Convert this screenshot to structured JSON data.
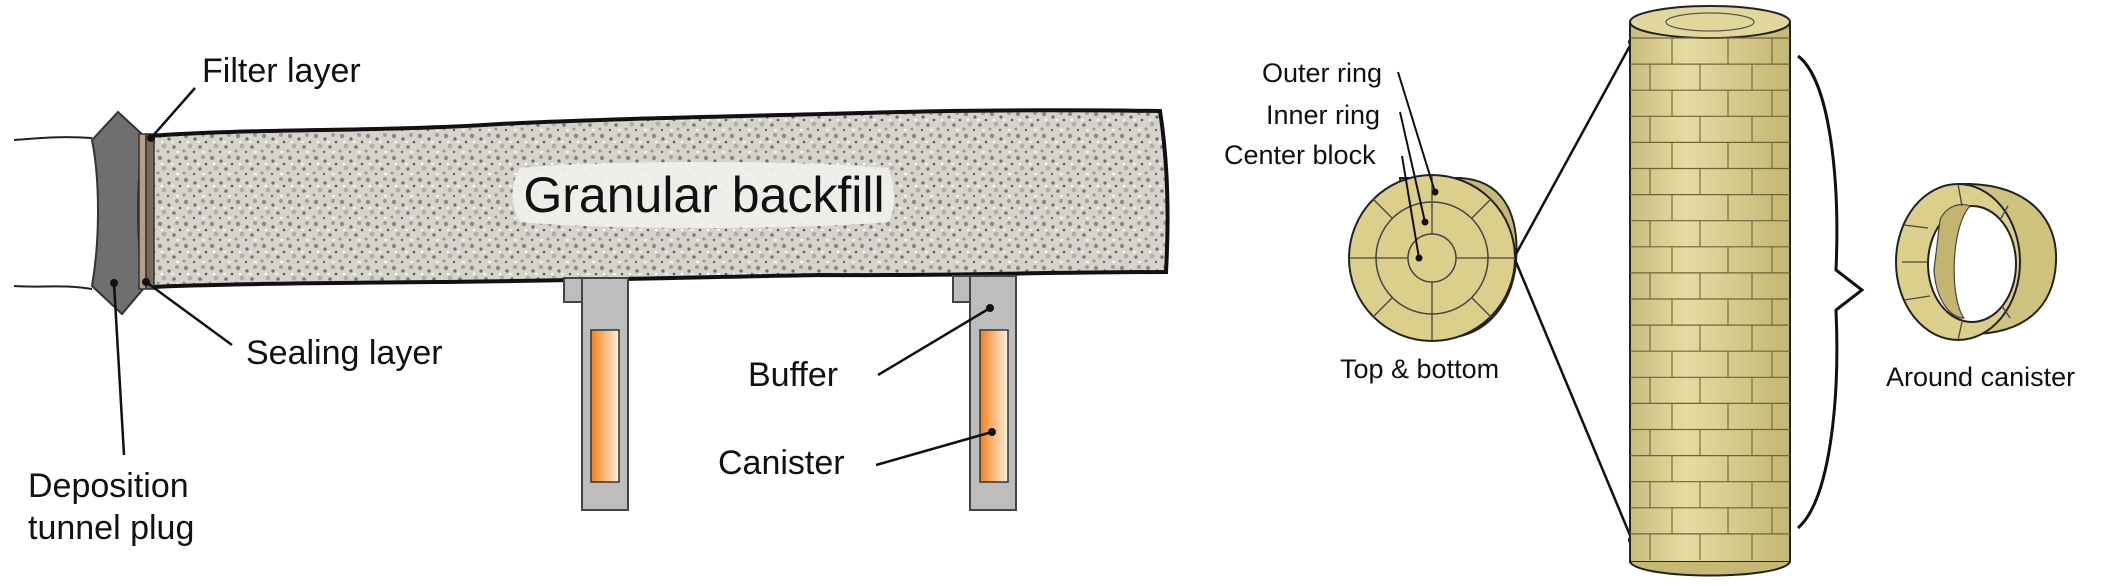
{
  "left_diagram": {
    "backfill_label": "Granular backfill",
    "filter_label": "Filter layer",
    "sealing_label": "Sealing layer",
    "plug_label_line1": "Deposition",
    "plug_label_line2": "tunnel plug",
    "buffer_label": "Buffer",
    "canister_label": "Canister"
  },
  "right_diagram": {
    "outer_ring_label": "Outer ring",
    "inner_ring_label": "Inner ring",
    "center_block_label": "Center block",
    "top_bottom_label": "Top & bottom",
    "around_canister_label": "Around canister"
  },
  "colors": {
    "backfill": "#d9d6cf",
    "plug": "#6f6f6f",
    "filter": "#b89d86",
    "buffer": "#bdbdbd",
    "canister_dark": "#f0862c",
    "canister_light": "#fff0d8",
    "bentonite": "#dcd08e",
    "bentonite_dark": "#b9ab62"
  }
}
